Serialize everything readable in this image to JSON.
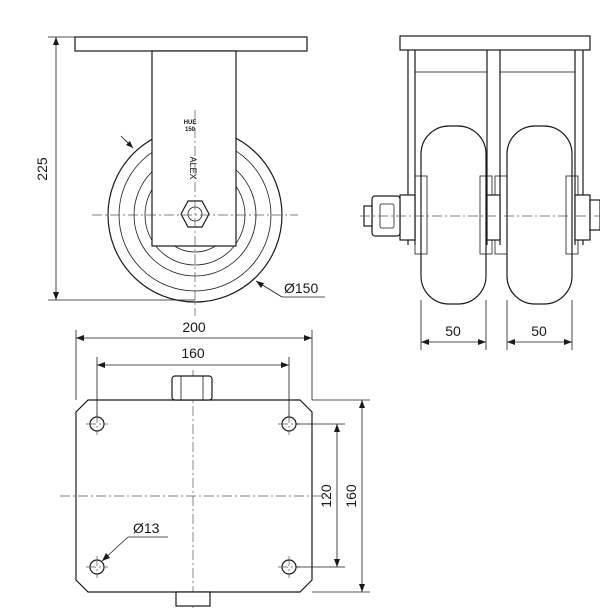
{
  "dimensions": {
    "height": "225",
    "wheel_diameter": "Ø150",
    "plate_width": "200",
    "hole_spacing_x": "160",
    "hole_spacing_y": "120",
    "plate_depth": "160",
    "hole_diameter": "Ø13",
    "wheel_width_left": "50",
    "wheel_width_right": "50"
  },
  "markings": {
    "load_code_top": "HUE",
    "load_code_bottom": "150",
    "brand": "ALEX"
  }
}
